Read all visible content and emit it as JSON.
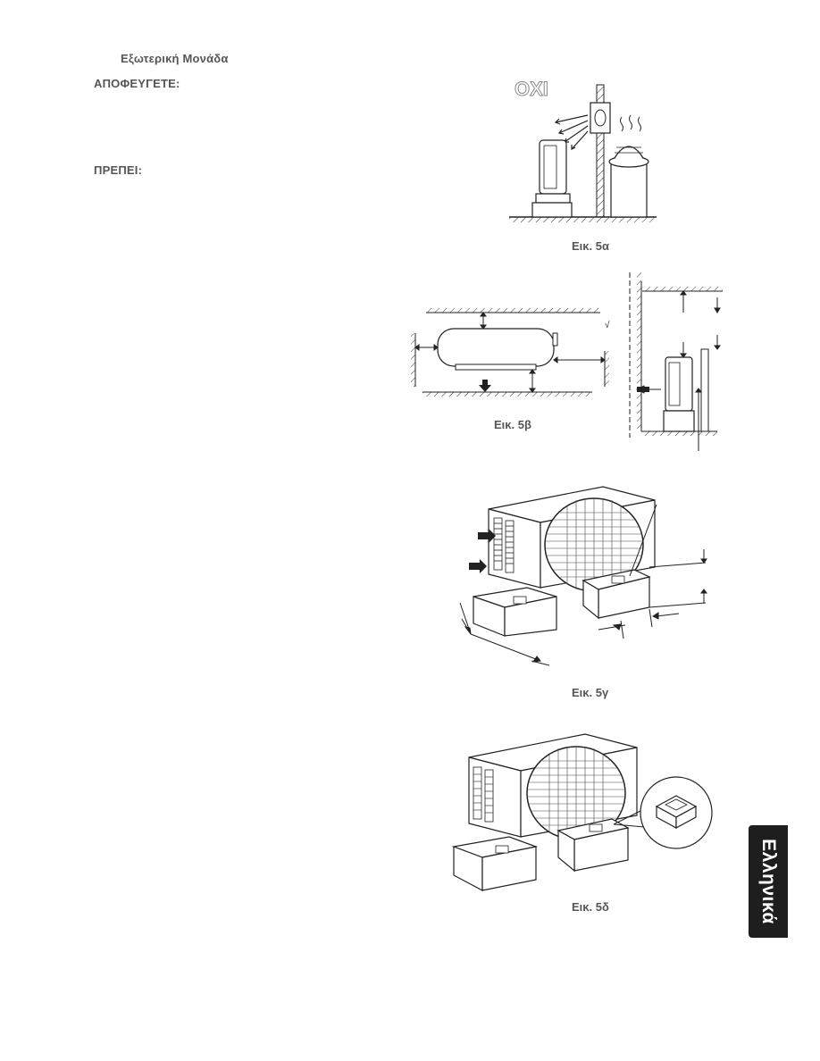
{
  "section_title": "Εξωτερική Μονάδα",
  "avoid_label": "ΑΠΟΦΕΥΓΕΤΕ:",
  "must_label": "ΠΡΕΠΕΙ:",
  "no_label": "ΟΧΙ",
  "figures": {
    "fig5a": "Εικ. 5α",
    "fig5b": "Εικ. 5β",
    "fig5c": "Εικ. 5γ",
    "fig5d": "Εικ. 5δ"
  },
  "language_tab": "Ελληνικά"
}
